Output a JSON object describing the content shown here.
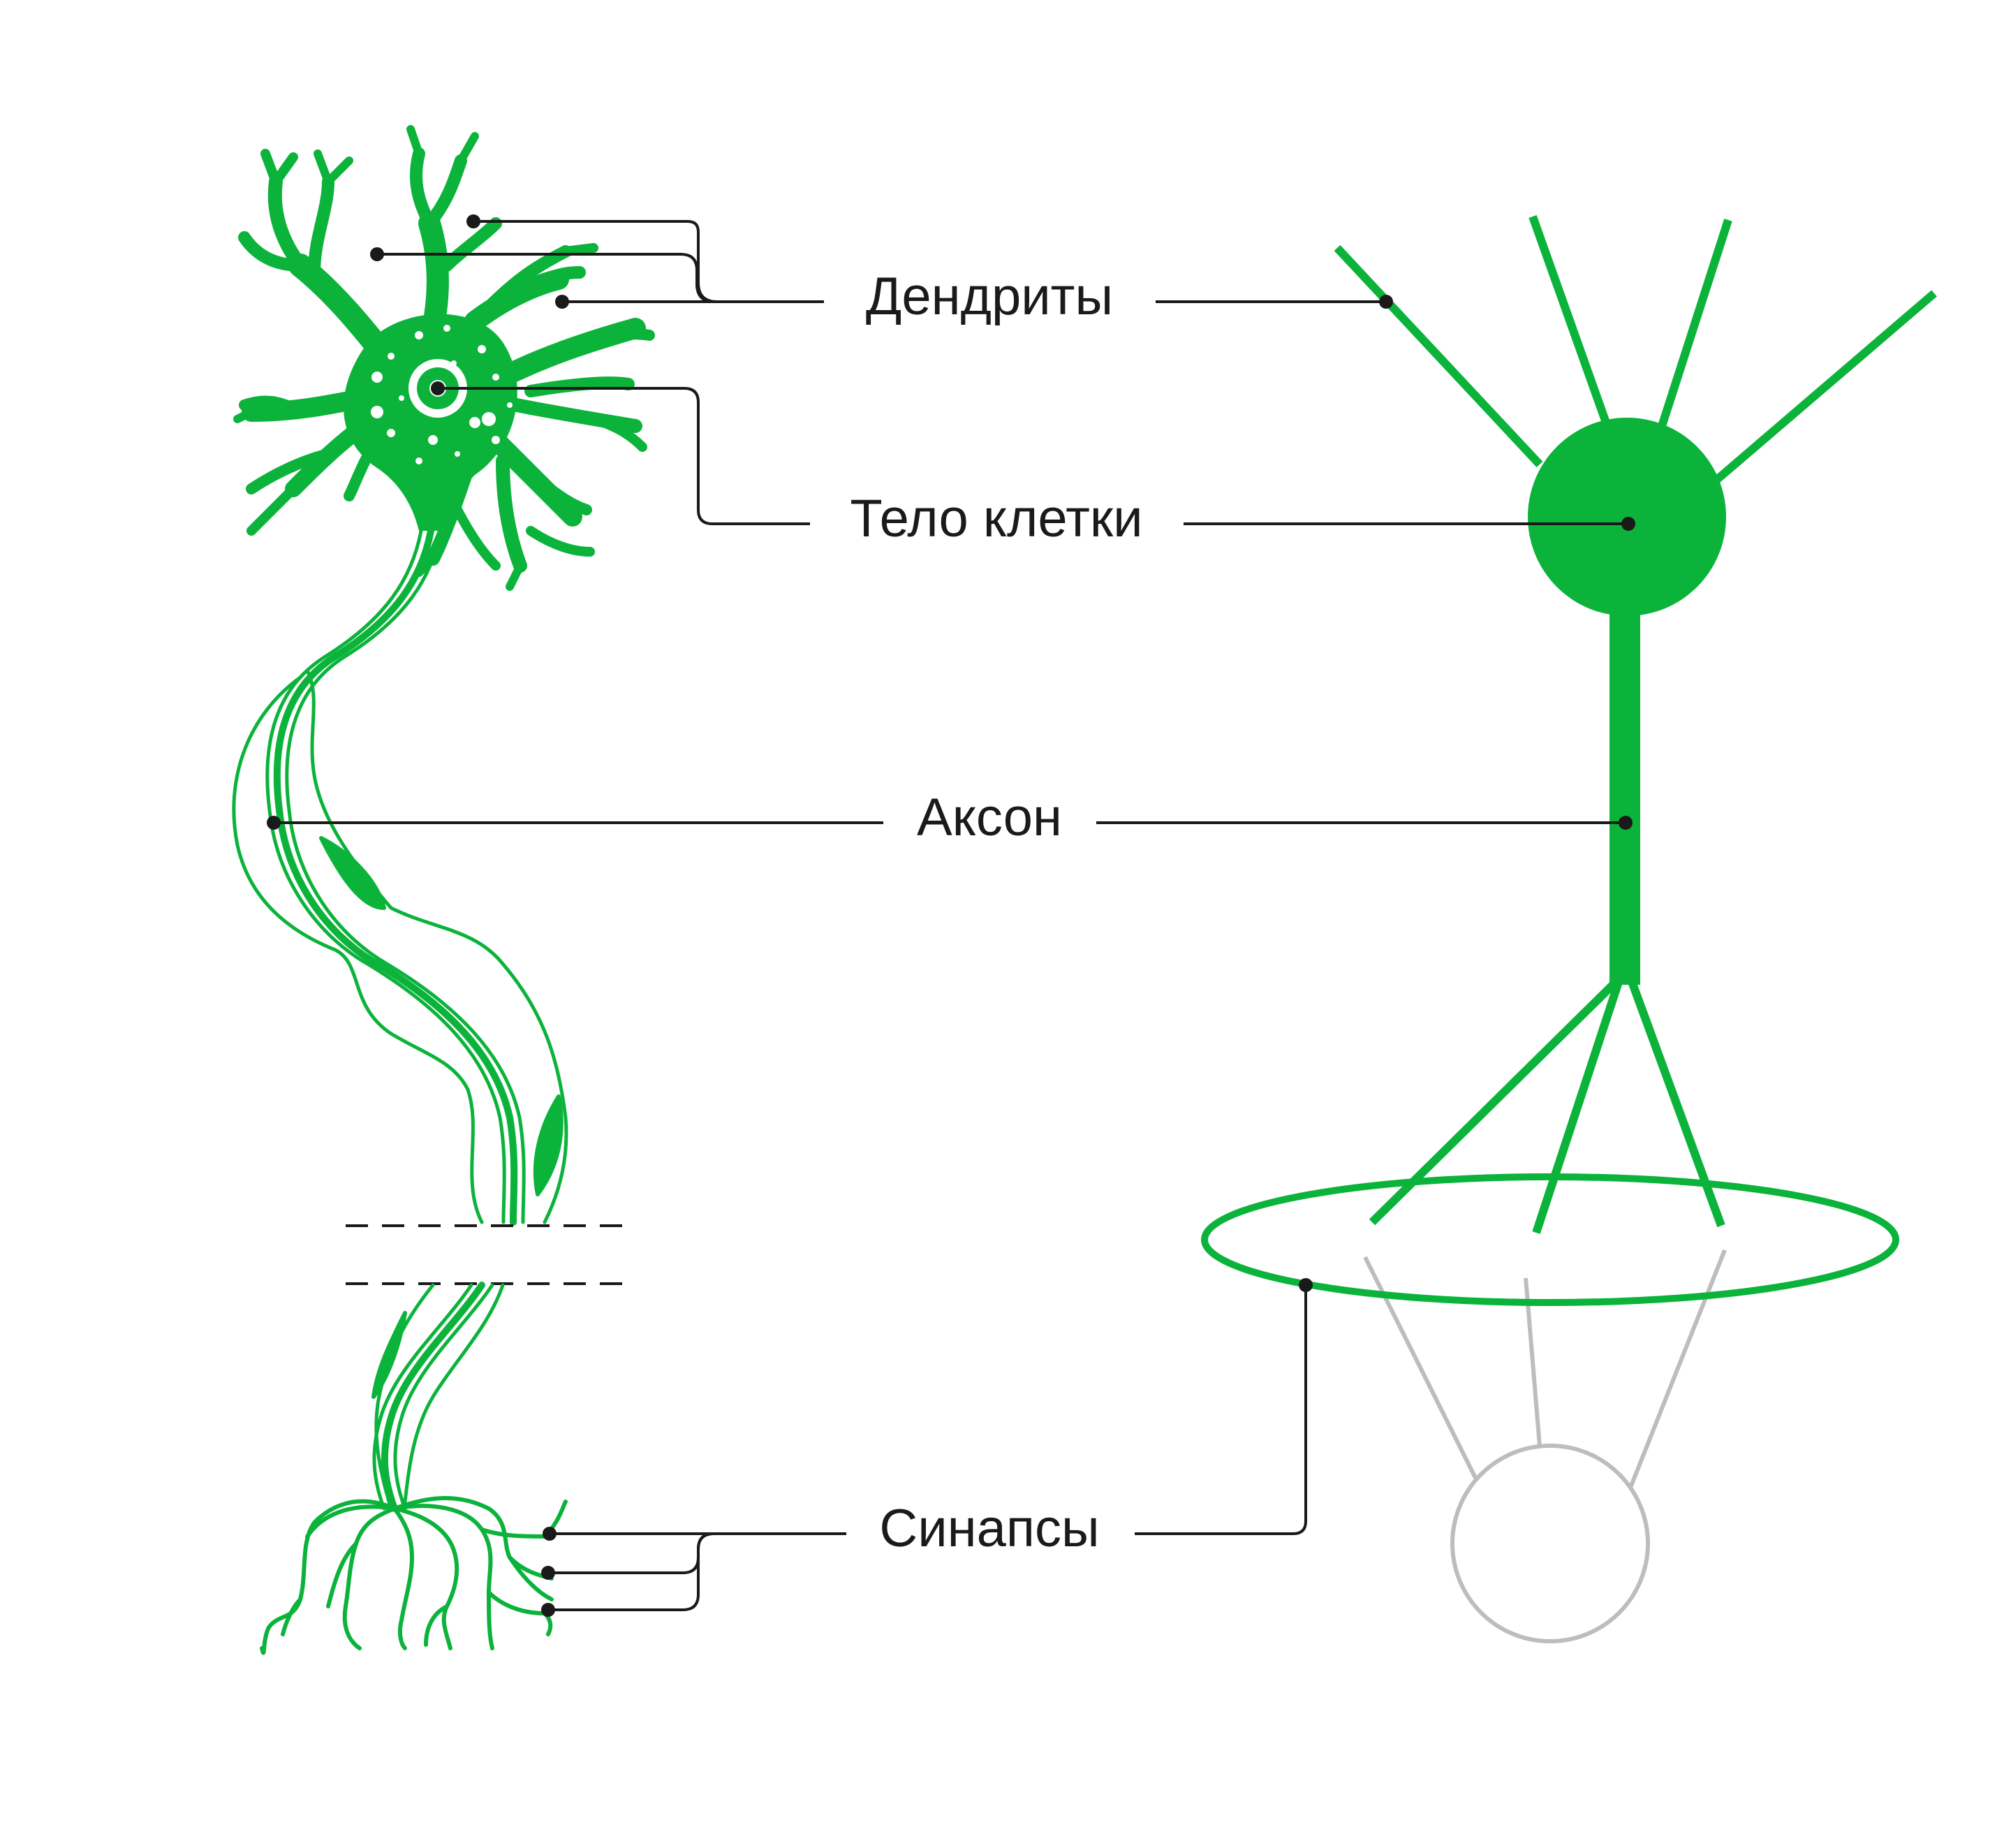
{
  "labels": {
    "dendrites": "Дендриты",
    "cell_body": "Тело клетки",
    "axon": "Аксон",
    "synapses": "Синапсы"
  },
  "colors": {
    "neuron": "#0bb33b",
    "leader": "#1a1a1a",
    "next_cell": "#bdbdbd",
    "background": "#ffffff"
  }
}
